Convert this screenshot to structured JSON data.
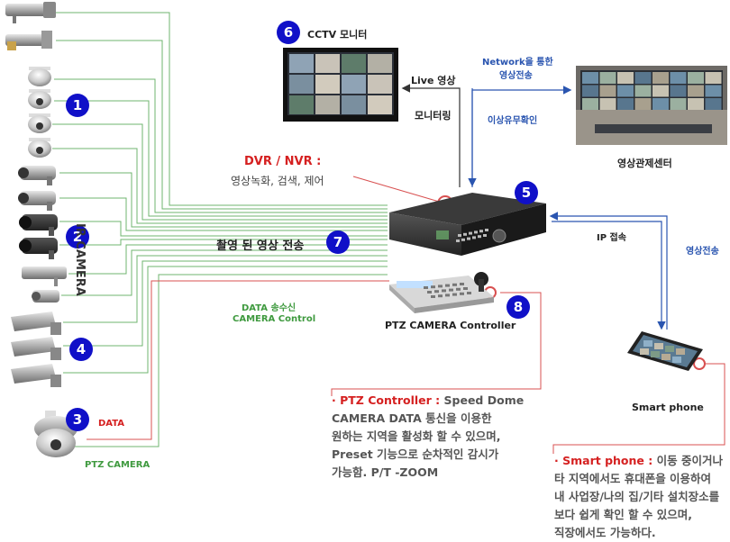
{
  "badges": [
    "1",
    "2",
    "3",
    "4",
    "5",
    "6",
    "7",
    "8"
  ],
  "labels": {
    "cctv_monitor": "CCTV 모니터",
    "live_video": "Live 영상",
    "monitoring": "모니터링",
    "network_transfer_1": "Network을 통한",
    "network_transfer_2": "영상전송",
    "anomaly_check": "이상유무확인",
    "control_center": "영상관제센터",
    "dvr_nvr": "DVR / NVR :",
    "dvr_desc": "영상녹화, 검색, 제어",
    "transmit_video": "촬영 된 영상 전송",
    "ir_camera": "IR CAMERA",
    "data_txrx": "DATA 송수신",
    "camera_control": "CAMERA Control",
    "ptz_controller": "PTZ CAMERA Controller",
    "ip_access": "IP 접속",
    "video_transfer": "영상전송",
    "smart_phone": "Smart phone",
    "data": "DATA",
    "ptz_camera": "PTZ CAMERA"
  },
  "notes": {
    "ptz": {
      "bullet": "·",
      "title": "PTZ Controller :",
      "line1_rest": " Speed  Dome",
      "line2": "CAMERA  DATA 통신을 이용한",
      "line3": "원하는 지역을 활성화 할 수 있으며,",
      "line4": "Preset 기능으로 순차적인 감시가",
      "line5": "가능함.  P/T -ZOOM"
    },
    "phone": {
      "bullet": "·",
      "title": "Smart phone :",
      "line1_rest": " 이동 중이거나",
      "line2": "타 지역에서도 휴대폰을 이용하여",
      "line3": "내 사업장/나의 집/기타 설치장소를",
      "line4": "보다 쉽게 확인 할 수 있으며,",
      "line5": "직장에서도 가능하다."
    }
  },
  "colors": {
    "badge": "#1010c8",
    "red_line": "#d52020",
    "green_line": "#5aa85a",
    "blue_line": "#2a55b0",
    "dark_line": "#333333"
  }
}
